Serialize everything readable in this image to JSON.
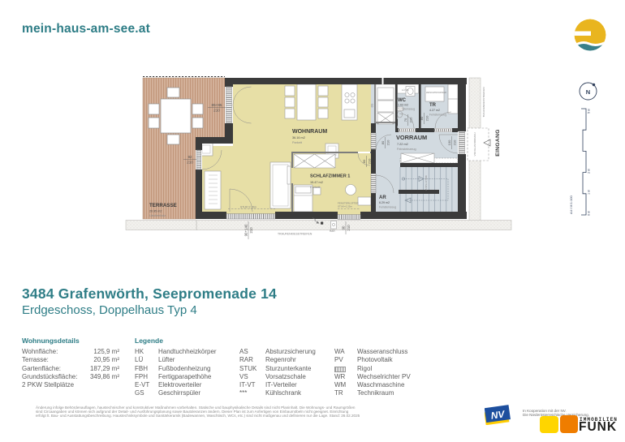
{
  "brand": {
    "logo_text": "mein-haus-am-see.at",
    "sun_logo_icon": "sun-over-water-icon",
    "teal": "#2e7d86",
    "sun_yellow": "#e9b51f",
    "wave_teal": "#39808a"
  },
  "title": {
    "main": "3484 Grafenwörth, Seepromenade 14",
    "sub": "Erdgeschoss, Doppelhaus Typ 4"
  },
  "plan": {
    "scale_note": "A4 / M 1:100",
    "compass_letter": "N",
    "scale_labels": {
      "m5": "5 m",
      "m2": "2 m",
      "m1": "1 m",
      "m0": "0 m"
    },
    "rooms": {
      "terrasse": {
        "name": "TERRASSE",
        "area": "20.95 m2",
        "floor": "Lärchenholz"
      },
      "wohnraum": {
        "name": "WOHNRAUM",
        "area": "36.16 m2",
        "floor": "Parkett"
      },
      "schlafzimmer": {
        "name": "SCHLAFZIMMER 1",
        "area": "15.47 m2",
        "floor": "Parkett"
      },
      "vorraum": {
        "name": "VORRAUM",
        "area": "7.22 m2",
        "floor": "Feinsteinzeug"
      },
      "wc": {
        "name": "WC",
        "area": "1.63 m2",
        "floor": "Feinsteinzeug"
      },
      "tr": {
        "name": "TR",
        "area": "4.27 m2",
        "floor": "Feinsteinzeug"
      },
      "ar": {
        "name": "AR",
        "area": "6.29 m2",
        "floor": "Feinsteinzeug"
      }
    },
    "annotations": {
      "eingang": "EINGANG",
      "vsd": "VSD  GLASVORDACH",
      "traufenkies_right": "TRAUFENKIESSTREIFEN",
      "traufenkies_bottom": "TRAUFENKIESSTREIFEN",
      "waschtrockner": "WASCHTROCKNER",
      "lue_vs": "LÜ  VS",
      "gs": "GS",
      "stuk_a": "STUK=2.15m",
      "fensterluefter_1": "FENSTERLÜFTER",
      "fensterluefter_2": "STUK=2.25m",
      "rar": "RAR",
      "stg": "15 STG 17,5/28",
      "dim_slider_top": "85+95",
      "dim_slider_bot": "210",
      "dim_92_top": "92",
      "dim_92_bot": "210",
      "dim_a_top": "90+140",
      "dim_a_bot": "210",
      "dim_c_top": "90",
      "dim_c_bot": "210",
      "dim_bed_top": "80",
      "dim_bed_bot": "210",
      "dim_wv_top": "80",
      "dim_wv_bot": "210",
      "dim_wc_top": "70",
      "dim_wc_bot": "210",
      "dim_tr_top": "80",
      "dim_tr_bot": "210",
      "dim_entry_top": "100",
      "dim_entry_bot": "210"
    },
    "colors": {
      "wall": "#3b3b3b",
      "parquet": "#e7dfa6",
      "tile": "#ccd5dd",
      "terrace": "#d8ab94",
      "terrace_stripe": "#c2927c"
    }
  },
  "details": {
    "heading": "Wohnungsdetails",
    "rows": [
      {
        "label": "Wohnfläche:",
        "value": "125,9 m²"
      },
      {
        "label": "Terrasse:",
        "value": "20,95 m²"
      },
      {
        "label": "Gartenfläche:",
        "value": "187,29 m²"
      },
      {
        "label": "Grundstücksfläche:",
        "value": "349,86 m²"
      }
    ],
    "extra": "2 PKW Stellplätze"
  },
  "legend": {
    "heading": "Legende",
    "col1": [
      {
        "abbr": "HK",
        "term": "Handtuchheizkörper"
      },
      {
        "abbr": "LÜ",
        "term": "Lüfter"
      },
      {
        "abbr": "FBH",
        "term": "Fußbodenheizung"
      },
      {
        "abbr": "FPH",
        "term": "Fertigparapethöhe"
      },
      {
        "abbr": "E-VT",
        "term": "Elektroverteiler"
      },
      {
        "abbr": "GS",
        "term": "Geschirrspüler"
      }
    ],
    "col2": [
      {
        "abbr": "AS",
        "term": "Absturzsicherung"
      },
      {
        "abbr": "RAR",
        "term": "Regenrohr"
      },
      {
        "abbr": "STUK",
        "term": "Sturzunterkante"
      },
      {
        "abbr": "VS",
        "term": "Vorsatzschale"
      },
      {
        "abbr": "IT-VT",
        "term": "IT-Verteiler"
      },
      {
        "abbr": "***",
        "term": "Kühlschrank"
      }
    ],
    "col3": [
      {
        "abbr": "WA",
        "term": "Wasseranschluss"
      },
      {
        "abbr": "PV",
        "term": "Photovoltaik"
      },
      {
        "abbr": "",
        "term": "Rigol",
        "icon": "rigol-hatch-icon"
      },
      {
        "abbr": "WR",
        "term": "Wechselrichter PV"
      },
      {
        "abbr": "WM",
        "term": "Waschmaschine"
      },
      {
        "abbr": "TR",
        "term": "Technikraum"
      }
    ]
  },
  "disclaimer": {
    "line1": "Änderung infolge Behördenauflagen, haustechnischer und konstruktiver Maßnahmen vorbehalten. Statische und bauphysikalische Details sind nicht Planinhalt. Die Wohnungs- und Raumgrößen",
    "line2": "sind Circaangaben und können sich aufgrund der Detail- und Ausführungsplanung sowie Bautoleranzen ändern. Dieser Plan ist zum Anfertigen von Einbaumöbeln nicht geeignet. Einrichtung",
    "line3": "erfolgt lt. Bau- und Ausstattungsbeschreibung. Haustechniksymbole und Sanitärkeramik (Badewannen, Waschtisch, WCs, etc.) sind nicht maßgenau und definieren nur die Lage. Stand: 26.02.2025"
  },
  "footer": {
    "nv_text": "NV",
    "koop_line1": "In Kooperation mit der NV.",
    "koop_line2": "Die Niederösterreichische Versicherung.",
    "funk_immobilien": "IMMOBILIEN",
    "funk_funk": "FUNK"
  }
}
